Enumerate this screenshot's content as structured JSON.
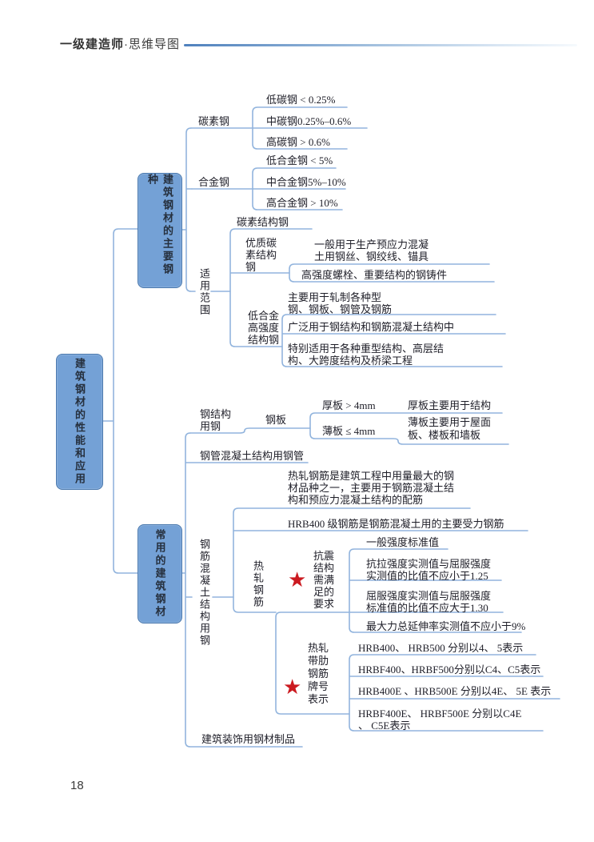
{
  "header": {
    "title_bold": "一级建造师",
    "title_rest": "·思维导图"
  },
  "footer": {
    "page_number": "18"
  },
  "colors": {
    "node_fill": "#74a1d6",
    "node_border": "#4a78ad",
    "connector_line": "#92b4dd",
    "star_red": "#cb1a20",
    "header_gradient_start": "#4f81bd"
  },
  "map": {
    "star": "★",
    "root": "建筑钢材的性能和应用",
    "b1": {
      "label": "建筑钢材的主要钢种",
      "carbon": {
        "label": "碳素钢",
        "items": [
          "低碳钢 < 0.25%",
          "中碳钢0.25%–0.6%",
          "高碳钢 > 0.6%"
        ]
      },
      "alloy": {
        "label": "合金钢",
        "items": [
          "低合金钢 < 5%",
          "中合金钢5%–10%",
          "高合金钢 > 10%"
        ]
      },
      "scope": {
        "label": "适用范围",
        "carbon_struct": "碳素结构钢",
        "quality": {
          "lines": [
            "优质碳",
            "素结构",
            "钢"
          ],
          "use1": [
            "一般用于生产预应力混凝",
            "土用钢丝、钢绞线、锚具"
          ],
          "use2": "高强度螺栓、重要结构的钢铸件"
        },
        "low_alloy": {
          "lines": [
            "低合金",
            "高强度",
            "结构钢"
          ],
          "use1": [
            "主要用于轧制各种型",
            "钢、钢板、钢管及钢筋"
          ],
          "use2": "广泛用于钢结构和钢筋混凝土结构中",
          "use3": [
            "特别适用于各种重型结构、高层结",
            "构、大跨度结构及桥梁工程"
          ]
        }
      }
    },
    "b2": {
      "label": "常用的建筑钢材",
      "steel": {
        "lines": [
          "钢结构",
          "用钢"
        ],
        "plate": {
          "label": "钢板",
          "thick": {
            "label": "厚板 > 4mm",
            "desc": "厚板主要用于结构"
          },
          "thin": {
            "label": "薄板 ≤ 4mm",
            "desc": [
              "薄板主要用于屋面",
              "板、楼板和墙板"
            ]
          }
        }
      },
      "pipe": "钢管混凝土结构用钢管",
      "rebar": {
        "label": "钢筋混凝土结构用钢",
        "hot_desc": [
          "热轧钢筋是建筑工程中用量最大的钢",
          "材品种之一，主要用于钢筋混凝土结",
          "构和预应力混凝土结构的配筋"
        ],
        "hrb400": "HRB400 级钢筋是钢筋混凝土用的主要受力钢筋",
        "hot": {
          "label": "热轧钢筋",
          "seismic": {
            "lines": [
              "抗震",
              "结构",
              "需满",
              "足的",
              "要求"
            ],
            "items": [
              "一般强度标准值",
              [
                "抗拉强度实测值与屈服强度",
                "实测值的比值不应小于1.25"
              ],
              [
                "屈服强度实测值与屈服强度",
                "标准值的比值不应大于1.30"
              ],
              "最大力总延伸率实测值不应小于9%"
            ]
          },
          "grades": {
            "lines": [
              "热轧",
              "带肋",
              "钢筋",
              "牌号",
              "表示"
            ],
            "items": [
              "HRB400、 HRB500 分别以4、 5表示",
              "HRBF400、HRBF500分别以C4、C5表示",
              "HRB400E 、HRB500E 分别以4E、 5E 表示",
              [
                "HRBF400E、 HRBF500E 分别以C4E",
                "、 C5E表示"
              ]
            ]
          }
        }
      },
      "decor": "建筑装饰用钢材制品"
    }
  }
}
